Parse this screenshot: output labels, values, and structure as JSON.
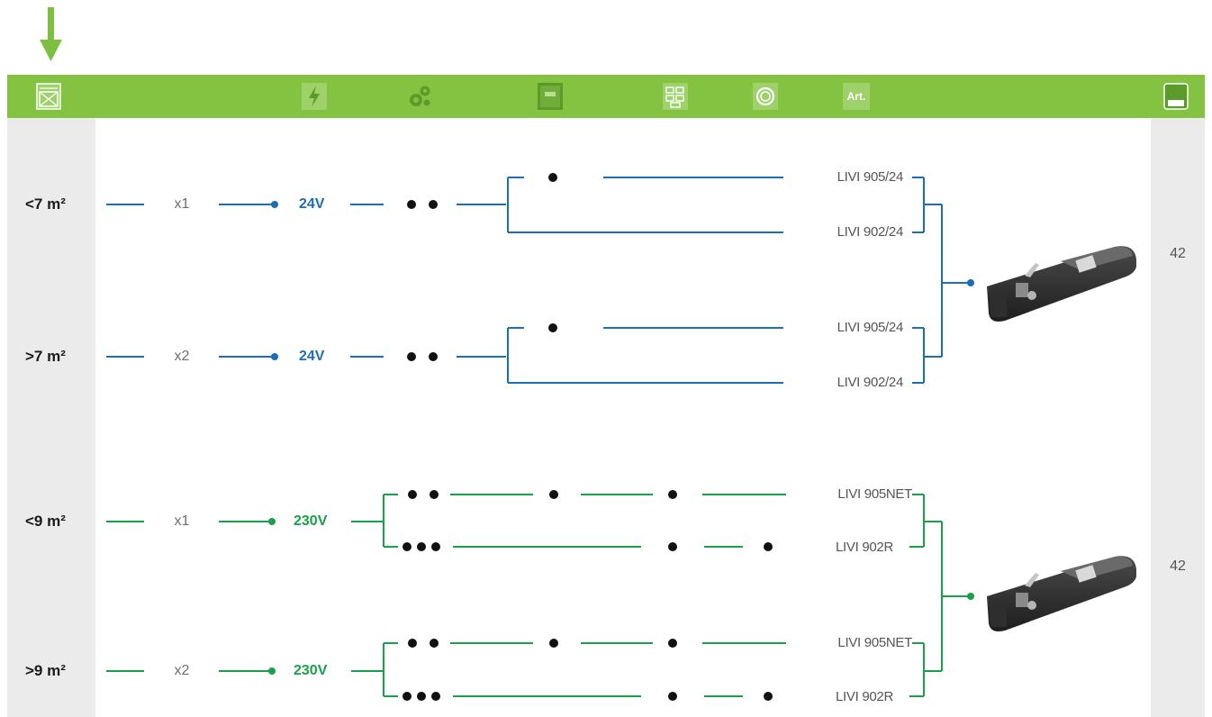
{
  "header_icons": [
    {
      "name": "window-icon"
    },
    {
      "name": "lightning-icon"
    },
    {
      "name": "gears-icon"
    },
    {
      "name": "control-panel-icon"
    },
    {
      "name": "modules-icon"
    },
    {
      "name": "rotation-icon"
    },
    {
      "name": "article-icon",
      "label": "Art."
    },
    {
      "name": "page-icon"
    }
  ],
  "groups": [
    {
      "voltage": "24V",
      "color": "#1a6fb4",
      "page": "42",
      "rows": [
        {
          "area": "<7 m²",
          "qty": "x1",
          "models": [
            "LIVI 905/24",
            "LIVI 902/24"
          ]
        },
        {
          "area": ">7 m²",
          "qty": "x2",
          "models": [
            "LIVI 905/24",
            "LIVI 902/24"
          ]
        }
      ]
    },
    {
      "voltage": "230V",
      "color": "#1a9f4b",
      "page": "42",
      "rows": [
        {
          "area": "<9 m²",
          "qty": "x1",
          "models": [
            "LIVI 905NET",
            "LIVI 902R"
          ]
        },
        {
          "area": ">9 m²",
          "qty": "x2",
          "models": [
            "LIVI 905NET",
            "LIVI 902R"
          ]
        }
      ]
    }
  ],
  "colors": {
    "header_green": "#84c341",
    "arrow_green": "#7dc03f",
    "line_blue": "#1a6fb4",
    "line_green": "#1a9f4b",
    "panel_gray": "#ebebeb"
  }
}
